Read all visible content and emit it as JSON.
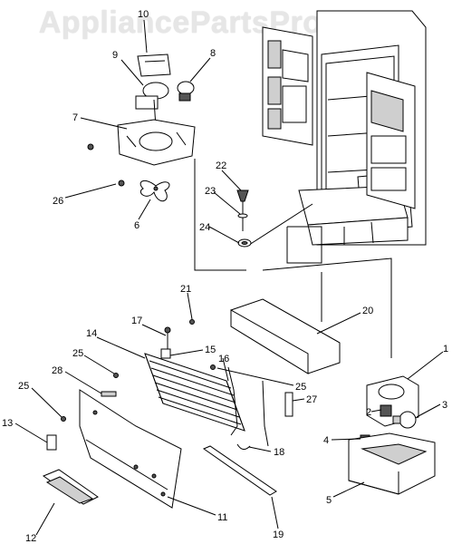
{
  "watermark": "AppliancePartsPros.com",
  "callouts": [
    "1",
    "2",
    "3",
    "4",
    "5",
    "6",
    "7",
    "8",
    "9",
    "10",
    "11",
    "12",
    "13",
    "14",
    "15",
    "16",
    "17",
    "18",
    "19",
    "20",
    "21",
    "22",
    "23",
    "24",
    "25",
    "25",
    "25",
    "26",
    "27",
    "28"
  ]
}
